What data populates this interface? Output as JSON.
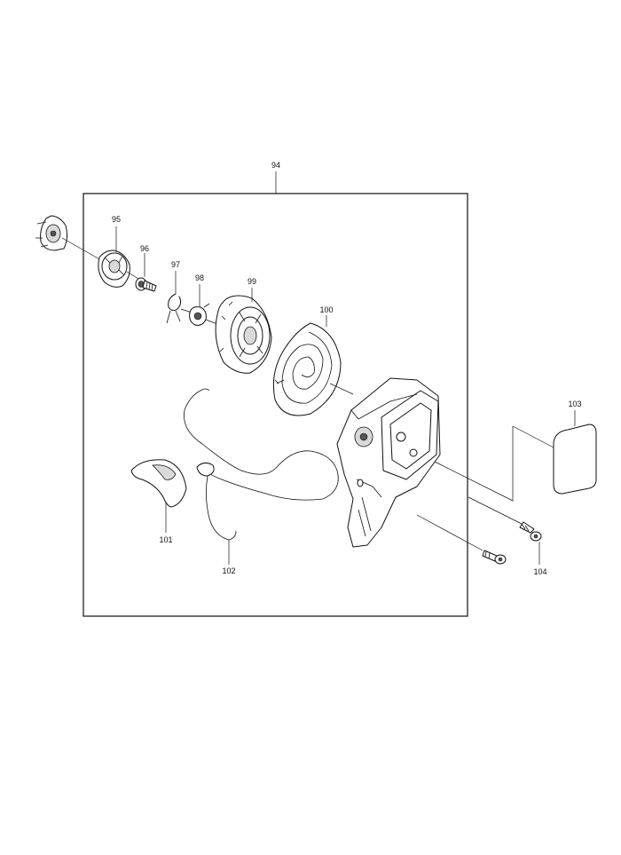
{
  "diagram": {
    "callouts": {
      "p94": "94",
      "p95": "95",
      "p96": "96",
      "p97": "97",
      "p98": "98",
      "p99": "99",
      "p100": "100",
      "p101": "101",
      "p102": "102",
      "p103": "103",
      "p104": "104"
    }
  }
}
